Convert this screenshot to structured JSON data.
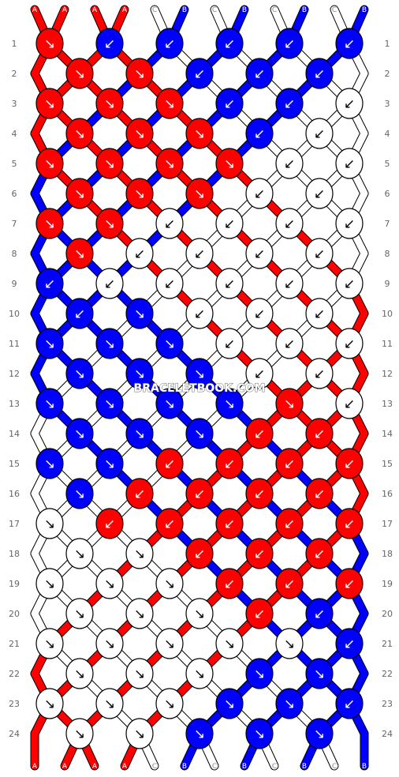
{
  "colors": {
    "A": "#ff0000",
    "B": "#0000ff",
    "C": "#ffffff"
  },
  "top_strands": [
    "A",
    "A",
    "A",
    "A",
    "C",
    "B",
    "C",
    "B",
    "C",
    "B",
    "C",
    "B"
  ],
  "bottom_strands": [
    "A",
    "A",
    "A",
    "A",
    "C",
    "B",
    "C",
    "B",
    "C",
    "B",
    "C",
    "B"
  ],
  "row_numbers": [
    "1",
    "2",
    "3",
    "4",
    "5",
    "6",
    "7",
    "8",
    "9",
    "10",
    "11",
    "12",
    "13",
    "14",
    "15",
    "16",
    "17",
    "18",
    "19",
    "20",
    "21",
    "22",
    "23",
    "24"
  ],
  "watermark": "BRACELETBOOK.COM",
  "knot_rows": [
    [
      "↘",
      "↙",
      "↙",
      "↙",
      "↙",
      "↙"
    ],
    [
      "↘",
      "↘",
      "↙",
      "↙",
      "↙"
    ],
    [
      "↘",
      "↘",
      "↘",
      "↙",
      "↙",
      "↙"
    ],
    [
      "↘",
      "↘",
      "↘",
      "↙",
      "↙"
    ],
    [
      "↘",
      "↘",
      "↘",
      "↘",
      "↙",
      "↙"
    ],
    [
      "↘",
      "↘",
      "↘",
      "↙",
      "↙"
    ],
    [
      "↘",
      "↘",
      "↙",
      "↙",
      "↙",
      "↙"
    ],
    [
      "↘",
      "↙",
      "↙",
      "↙",
      "↙"
    ],
    [
      "↙",
      "↙",
      "↙",
      "↙",
      "↙",
      "↙"
    ],
    [
      "↙",
      "↘",
      "↙",
      "↙",
      "↙"
    ],
    [
      "↘",
      "↘",
      "↘",
      "↙",
      "↙",
      "↙"
    ],
    [
      "↘",
      "↘",
      "↘",
      "↙",
      "↙"
    ],
    [
      "↘",
      "↘",
      "↘",
      "↘",
      "↘",
      "↙"
    ],
    [
      "↘",
      "↘",
      "↘",
      "↙",
      "↙"
    ],
    [
      "↘",
      "↘",
      "↙",
      "↙",
      "↙",
      "↙"
    ],
    [
      "↘",
      "↙",
      "↙",
      "↙",
      "↙"
    ],
    [
      "↘",
      "↙",
      "↙",
      "↙",
      "↙",
      "↙"
    ],
    [
      "↘",
      "↘",
      "↙",
      "↙",
      "↙"
    ],
    [
      "↘",
      "↘",
      "↘",
      "↙",
      "↙",
      "↙"
    ],
    [
      "↘",
      "↘",
      "↘",
      "↙",
      "↙"
    ],
    [
      "↘",
      "↘",
      "↘",
      "↘",
      "↘",
      "↙"
    ],
    [
      "↘",
      "↘",
      "↘",
      "↘",
      "↘"
    ],
    [
      "↘",
      "↘",
      "↘",
      "↘",
      "↘",
      "↙"
    ],
    [
      "↘",
      "↘",
      "↘",
      "↘",
      "↘"
    ]
  ],
  "knot_colors": [
    [
      "A",
      "B",
      "B",
      "B",
      "B",
      "B"
    ],
    [
      "A",
      "A",
      "B",
      "B",
      "B"
    ],
    [
      "A",
      "A",
      "A",
      "B",
      "B",
      "C"
    ],
    [
      "A",
      "A",
      "A",
      "B",
      "C"
    ],
    [
      "A",
      "A",
      "A",
      "A",
      "C",
      "C"
    ],
    [
      "A",
      "A",
      "A",
      "C",
      "C"
    ],
    [
      "A",
      "A",
      "C",
      "C",
      "C",
      "C"
    ],
    [
      "A",
      "C",
      "C",
      "C",
      "C"
    ],
    [
      "B",
      "C",
      "C",
      "C",
      "C",
      "C"
    ],
    [
      "B",
      "B",
      "C",
      "C",
      "C"
    ],
    [
      "B",
      "B",
      "B",
      "C",
      "C",
      "C"
    ],
    [
      "B",
      "B",
      "B",
      "C",
      "C"
    ],
    [
      "B",
      "B",
      "B",
      "B",
      "A",
      "C"
    ],
    [
      "B",
      "B",
      "B",
      "A",
      "A"
    ],
    [
      "B",
      "B",
      "A",
      "A",
      "A",
      "A"
    ],
    [
      "B",
      "A",
      "A",
      "A",
      "A"
    ],
    [
      "C",
      "A",
      "A",
      "A",
      "A",
      "A"
    ],
    [
      "C",
      "C",
      "A",
      "A",
      "A"
    ],
    [
      "C",
      "C",
      "C",
      "A",
      "A",
      "A"
    ],
    [
      "C",
      "C",
      "C",
      "A",
      "B"
    ],
    [
      "C",
      "C",
      "C",
      "C",
      "C",
      "B"
    ],
    [
      "C",
      "C",
      "C",
      "B",
      "B"
    ],
    [
      "C",
      "C",
      "C",
      "B",
      "B",
      "B"
    ],
    [
      "C",
      "C",
      "B",
      "B",
      "B"
    ]
  ]
}
